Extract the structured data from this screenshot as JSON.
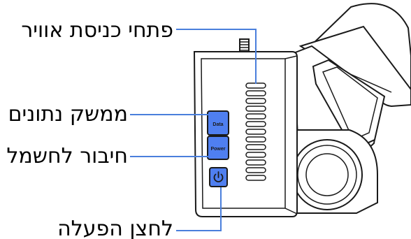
{
  "labels": {
    "air_vents": "פתחי כניסת אוויר",
    "data_port": "ממשק נתונים",
    "power_port": "חיבור לחשמל",
    "power_button": "לחצן הפעלה"
  },
  "ports": {
    "data": "Data",
    "power": "Power"
  },
  "colors": {
    "callout_line": "#4a7fdc",
    "port_fill": "#4f7ff0",
    "outline": "#1a1a1a"
  },
  "icons": {
    "power_button": "power-symbol-icon"
  }
}
